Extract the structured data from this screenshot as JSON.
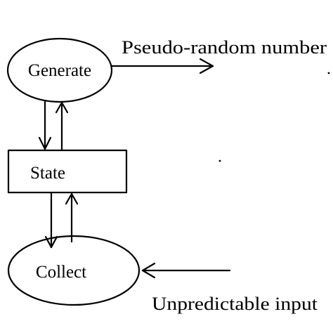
{
  "diagram": {
    "nodes": {
      "generate": {
        "label": "Generate",
        "shape": "ellipse"
      },
      "state": {
        "label": "State",
        "shape": "rectangle"
      },
      "collect": {
        "label": "Collect",
        "shape": "ellipse"
      }
    },
    "outputs": {
      "pseudo_random": {
        "label": "Pseudo-random number"
      },
      "unpredictable_input": {
        "label": "Unpredictable input"
      }
    },
    "edges": [
      {
        "from": "generate",
        "to": "state",
        "kind": "arrow"
      },
      {
        "from": "state",
        "to": "generate",
        "kind": "arrow"
      },
      {
        "from": "state",
        "to": "collect",
        "kind": "arrow"
      },
      {
        "from": "collect",
        "to": "state",
        "kind": "arrow"
      },
      {
        "from": "generate",
        "to": "pseudo_random",
        "kind": "arrow"
      },
      {
        "from": "unpredictable_input",
        "to": "collect",
        "kind": "arrow"
      }
    ],
    "colors": {
      "stroke": "#000000",
      "background": "#ffffff"
    }
  }
}
